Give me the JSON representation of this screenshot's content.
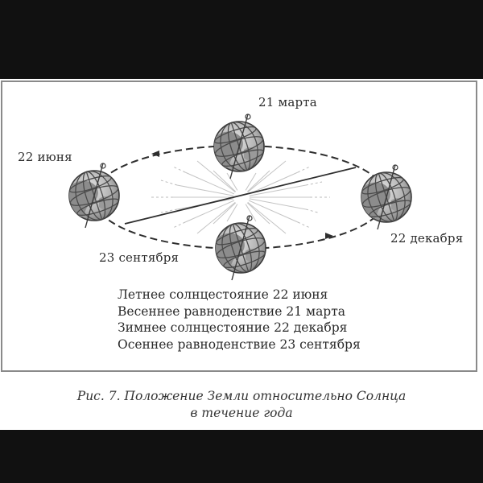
{
  "figure": {
    "labels": {
      "march": "21 марта",
      "june": "22 июня",
      "september": "23 сентября",
      "december": "22 декабря"
    },
    "legend": [
      "Летнее солнцестояние 22 июня",
      "Весеннее равноденствие 21 марта",
      "Зимнее солнцестояние 22 декабря",
      "Осеннее равноденствие 23 сентября"
    ],
    "caption": {
      "line1": "Рис. 7. Положение Земли относительно Солнца",
      "line2": "в течение года"
    },
    "icons": {
      "sun": "sun-icon",
      "globe": "earth-globe-icon",
      "orbit": "dashed-elliptical-orbit",
      "direction_arrow": "arrow-icon"
    },
    "colors": {
      "background_bars": "#111111",
      "page": "#ffffff",
      "frame_border": "#8a8a8a",
      "ink": "#2a2a2a",
      "globe_land": "#9a9a9a",
      "sun_rays": "#bdbdbd"
    }
  }
}
